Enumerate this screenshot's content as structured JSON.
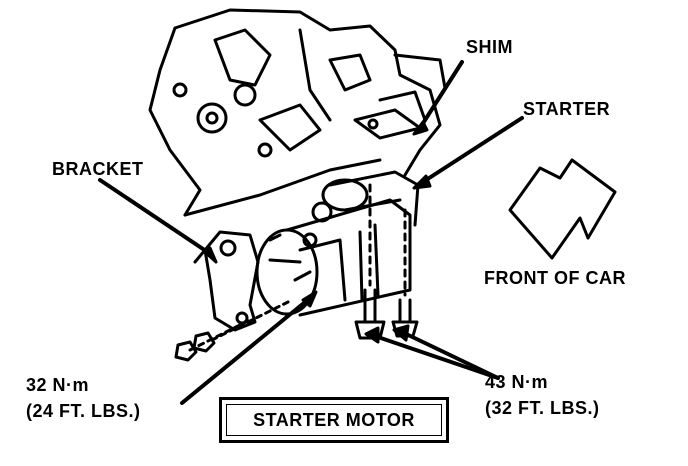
{
  "labels": {
    "shim": "SHIM",
    "starter": "STARTER",
    "bracket": "BRACKET",
    "front_of_car": "FRONT OF CAR",
    "torque_left_line1": "32 N·m",
    "torque_left_line2": "(24 FT. LBS.)",
    "torque_right_line1": "43 N·m",
    "torque_right_line2": "(32 FT. LBS.)"
  },
  "caption": "STARTER MOTOR",
  "colors": {
    "ink": "#000000",
    "paper": "#ffffff"
  }
}
